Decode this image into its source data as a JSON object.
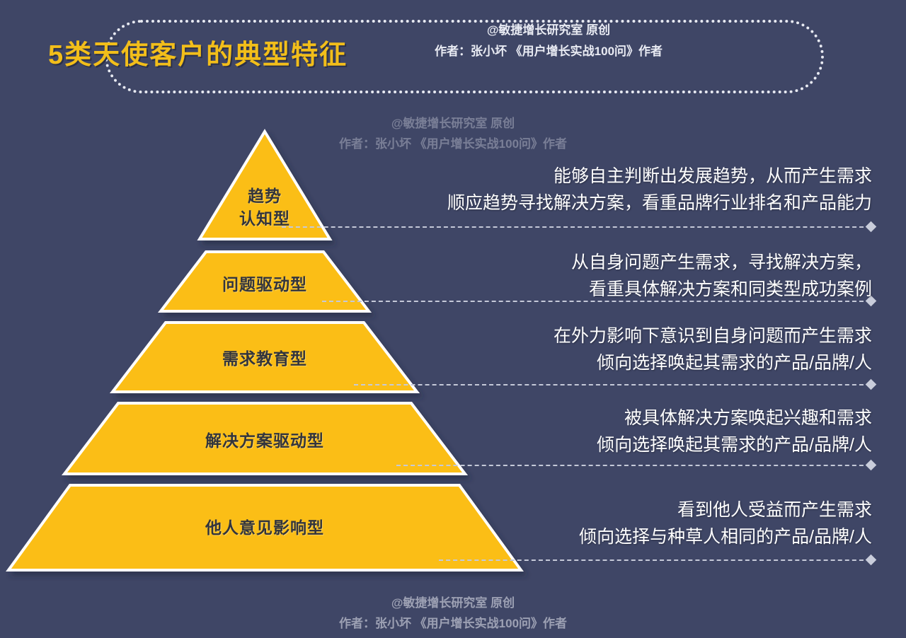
{
  "header": {
    "title": "5类天使客户的典型特征",
    "credit_line1": "@敏捷增长研究室 原创",
    "credit_line2": "作者：张小坏 《用户增长实战100问》作者"
  },
  "watermark": {
    "line1": "@敏捷增长研究室 原创",
    "line2": "作者：张小坏 《用户增长实战100问》作者"
  },
  "colors": {
    "background": "#3f4666",
    "pyramid_fill": "#fbbe13",
    "pyramid_border": "#ffffff",
    "title_accent": "#f2be1a",
    "text_light": "#ffffff",
    "connector": "#c5c9d8",
    "label_text": "#33353c"
  },
  "pyramid": {
    "levels": [
      {
        "id": "level-1",
        "label": "趋势\n认知型",
        "description": "能够自主判断出发展趋势，从而产生需求\n顺应趋势寻找解决方案，看重品牌行业排名和产品能力"
      },
      {
        "id": "level-2",
        "label": "问题驱动型",
        "description": "从自身问题产生需求，寻找解决方案，\n看重具体解决方案和同类型成功案例"
      },
      {
        "id": "level-3",
        "label": "需求教育型",
        "description": "在外力影响下意识到自身问题而产生需求\n倾向选择唤起其需求的产品/品牌/人"
      },
      {
        "id": "level-4",
        "label": "解决方案驱动型",
        "description": "被具体解决方案唤起兴趣和需求\n倾向选择唤起其需求的产品/品牌/人"
      },
      {
        "id": "level-5",
        "label": "他人意见影响型",
        "description": "看到他人受益而产生需求\n倾向选择与种草人相同的产品/品牌/人"
      }
    ]
  }
}
